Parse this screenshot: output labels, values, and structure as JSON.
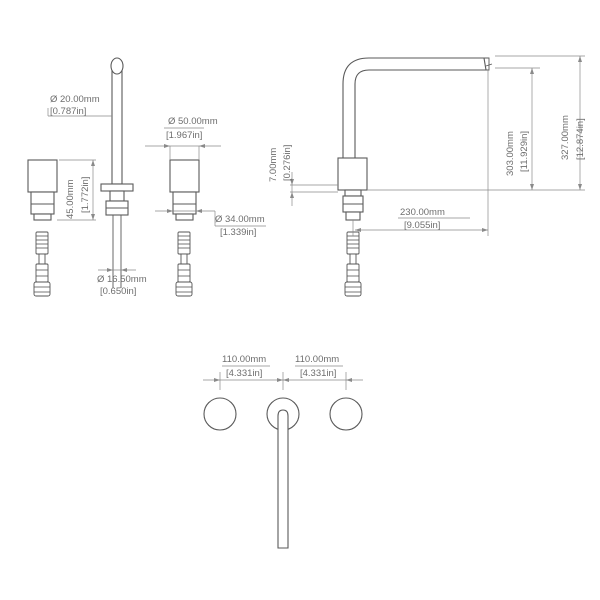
{
  "dimensions": {
    "d_spout_tube": {
      "mm": "Ø 20.00mm",
      "inch": "[0.787in]"
    },
    "d_handle": {
      "mm": "Ø 50.00mm",
      "inch": "[1.967in]"
    },
    "d_base": {
      "mm": "Ø 34.00mm",
      "inch": "[1.339in]"
    },
    "d_shank": {
      "mm": "Ø 16.50mm",
      "inch": "[0.650in]"
    },
    "h_handle": {
      "mm": "45.00mm",
      "inch": "[1.772in]"
    },
    "h_deck": {
      "mm": "7.00mm",
      "inch": "[0.276in]"
    },
    "h_spout_outlet": {
      "mm": "303.00mm",
      "inch": "[11.929in]"
    },
    "h_total": {
      "mm": "327.00mm",
      "inch": "[12.874in]"
    },
    "reach": {
      "mm": "230.00mm",
      "inch": "[9.055in]"
    },
    "spacing_left": {
      "mm": "110.00mm",
      "inch": "[4.331in]"
    },
    "spacing_right": {
      "mm": "110.00mm",
      "inch": "[4.331in]"
    }
  }
}
